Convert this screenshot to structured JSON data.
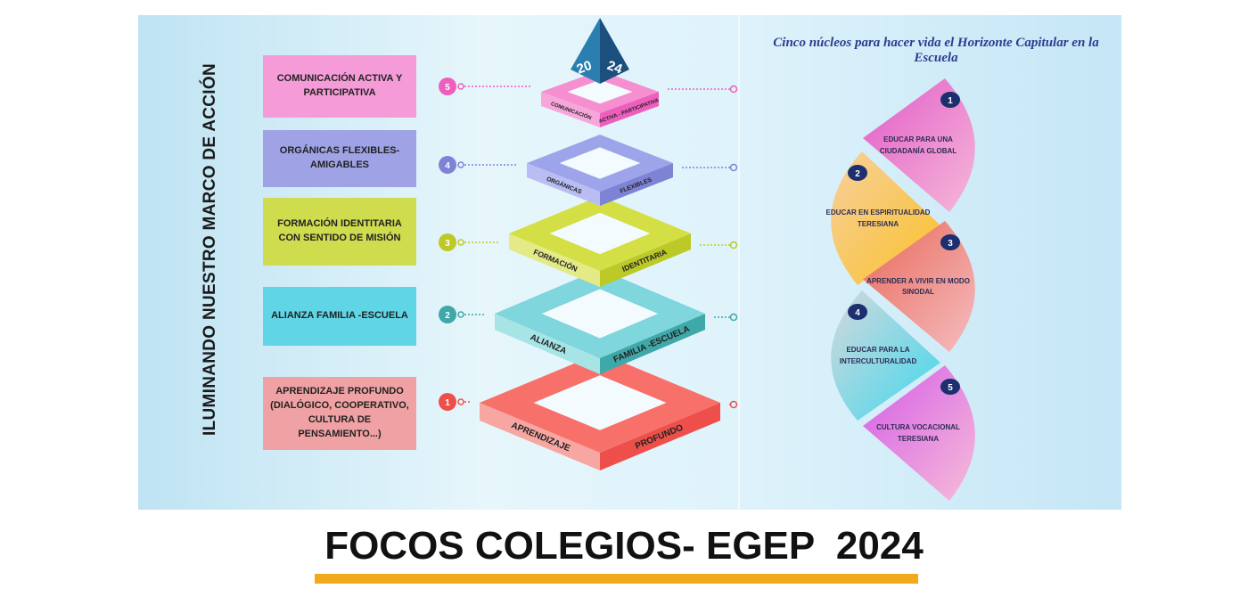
{
  "vertical_title": "ILUMINANDO NUESTRO MARCO DE ACCIÓN",
  "apex_year": [
    "20",
    "24"
  ],
  "focos": [
    {
      "num": "5",
      "box": "COMUNICACIÓN ACTIVA Y PARTICIPATIVA",
      "left": "COMUNICACIÓN",
      "right": "ACTIVA - PARTICIPATIVA",
      "color": "#f49bd8",
      "top": "#f58fd0",
      "l": "#f7a6dc",
      "r": "#ee5fbd"
    },
    {
      "num": "4",
      "box": "ORGÁNICAS FLEXIBLES- AMIGABLES",
      "left": "ORGÁNICAS",
      "right": "FLEXIBLES",
      "color": "#9fa3e6",
      "top": "#9ea4ea",
      "l": "#b9bdf3",
      "r": "#7f83d6"
    },
    {
      "num": "3",
      "box": "FORMACIÓN IDENTITARIA CON SENTIDO DE MISIÓN",
      "left": "FORMACIÓN",
      "right": "IDENTITARIA",
      "color": "#cfdc4d",
      "top": "#d3df45",
      "l": "#e3ea86",
      "r": "#bcc927"
    },
    {
      "num": "2",
      "box": "ALIANZA FAMILIA -ESCUELA",
      "left": "ALIANZA",
      "right": "FAMILIA -ESCUELA",
      "color": "#5fd5e6",
      "top": "#7fd6dc",
      "l": "#a6e4e6",
      "r": "#3fa8a8"
    },
    {
      "num": "1",
      "box": "APRENDIZAJE PROFUNDO (DIALÓGICO, COOPERATIVO, CULTURA DE PENSAMIENTO...)",
      "left": "APRENDIZAJE",
      "right": "PROFUNDO",
      "color": "#f0a1a3",
      "top": "#f7706a",
      "l": "#f8a6a2",
      "r": "#ee4f4a"
    }
  ],
  "right_title": "Cinco núcleos para hacer vida el Horizonte Capitular en la Escuela",
  "nucleos": [
    {
      "num": "1",
      "text": "EDUCAR PARA UNA CIUDADANÍA GLOBAL",
      "c1": "#e25bc9",
      "c2": "#f6b8d8"
    },
    {
      "num": "2",
      "text": "EDUCAR EN ESPIRITUALIDAD TERESIANA",
      "c1": "#f8cf9c",
      "c2": "#f9c22a"
    },
    {
      "num": "3",
      "text": "APRENDER A VIVIR EN MODO SINODAL",
      "c1": "#e86a5a",
      "c2": "#f6bcc0"
    },
    {
      "num": "4",
      "text": "EDUCAR PARA LA INTERCULTURALIDAD",
      "c1": "#d6d7dc",
      "c2": "#3fd9ec"
    },
    {
      "num": "5",
      "text": "CULTURA VOCACIONAL TERESIANA",
      "c1": "#d45ce8",
      "c2": "#f7bcd8"
    }
  ],
  "main_title": "FOCOS COLEGIOS- EGEP  2024",
  "colors": {
    "navy": "#1d2f6e",
    "apex": "#1f5f8e",
    "accent": "#f2a91c"
  }
}
